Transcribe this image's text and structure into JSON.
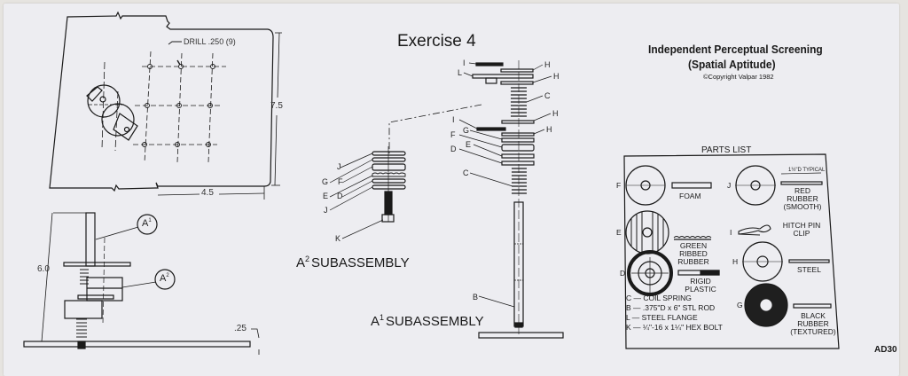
{
  "header": {
    "exercise_title": "Exercise 4",
    "test_title_line1": "Independent Perceptual Screening",
    "test_title_line2": "(Spatial Aptitude)",
    "copyright": "©Copyright  Valpar  1982"
  },
  "top_view": {
    "drill_note": "DRILL .250 (9)",
    "dimension_height": "7.5",
    "dimension_width": "4.5"
  },
  "side_view": {
    "dimension_height": "6.0",
    "dimension_plate": ".25",
    "callout_a1": "A",
    "callout_a1_sup": "1",
    "callout_a2": "A",
    "callout_a2_sup": "2"
  },
  "a2_subassembly": {
    "title": "SUBASSEMBLY",
    "prefix": "A",
    "sup": "2",
    "labels": [
      "J",
      "G",
      "F",
      "E",
      "D",
      "J",
      "K"
    ]
  },
  "a1_subassembly": {
    "title": "SUBASSEMBLY",
    "prefix": "A",
    "sup": "1",
    "labels": [
      "I",
      "L",
      "H",
      "H",
      "C",
      "I",
      "H",
      "H",
      "G",
      "F",
      "E",
      "D",
      "C",
      "B"
    ]
  },
  "parts_list": {
    "title": "PARTS LIST",
    "items": [
      {
        "letter": "F",
        "name": "FOAM"
      },
      {
        "letter": "J",
        "name": "RED RUBBER (SMOOTH)",
        "note": "1½\"D TYPICAL"
      },
      {
        "letter": "E",
        "name": "GREEN RIBBED RUBBER"
      },
      {
        "letter": "I",
        "name": "HITCH PIN CLIP"
      },
      {
        "letter": "D",
        "name": "RIGID PLASTIC"
      },
      {
        "letter": "H",
        "name": "STEEL"
      },
      {
        "letter": "G",
        "name": "BLACK RUBBER (TEXTURED)"
      }
    ],
    "legend": [
      "C — COIL SPRING",
      "B — .375\"D x 6\" STL ROD",
      "L — STEEL FLANGE",
      "K — ¼\"-16 x 1¼\" HEX BOLT"
    ]
  },
  "card_code": "AD30"
}
